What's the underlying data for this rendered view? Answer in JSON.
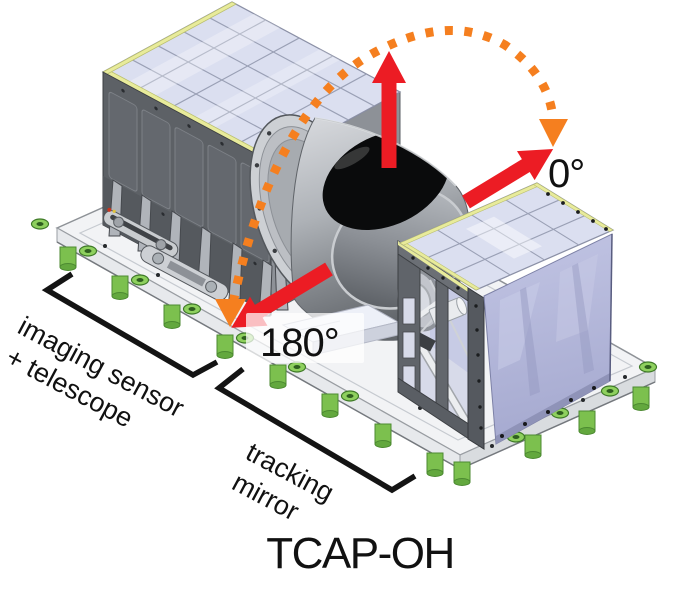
{
  "figure": {
    "caption": "TCAP-OH",
    "angles": {
      "zero": "0°",
      "one_eighty": "180°"
    },
    "components": {
      "imaging": {
        "line1": "imaging sensor",
        "line2": "+ telescope"
      },
      "tracking": {
        "line1": "tracking",
        "line2": "mirror"
      }
    }
  },
  "colors": {
    "red": "#EC1C24",
    "orange": "#F57F1F",
    "grid": "#DBDFF0",
    "lavender": "#B5B9DC",
    "dark": "#5D6166",
    "mid": "#9CA0A6",
    "plate": "#F2F3F5",
    "green": "#7CC04E",
    "yellow": "#E8EB9B",
    "text": "#111111"
  }
}
